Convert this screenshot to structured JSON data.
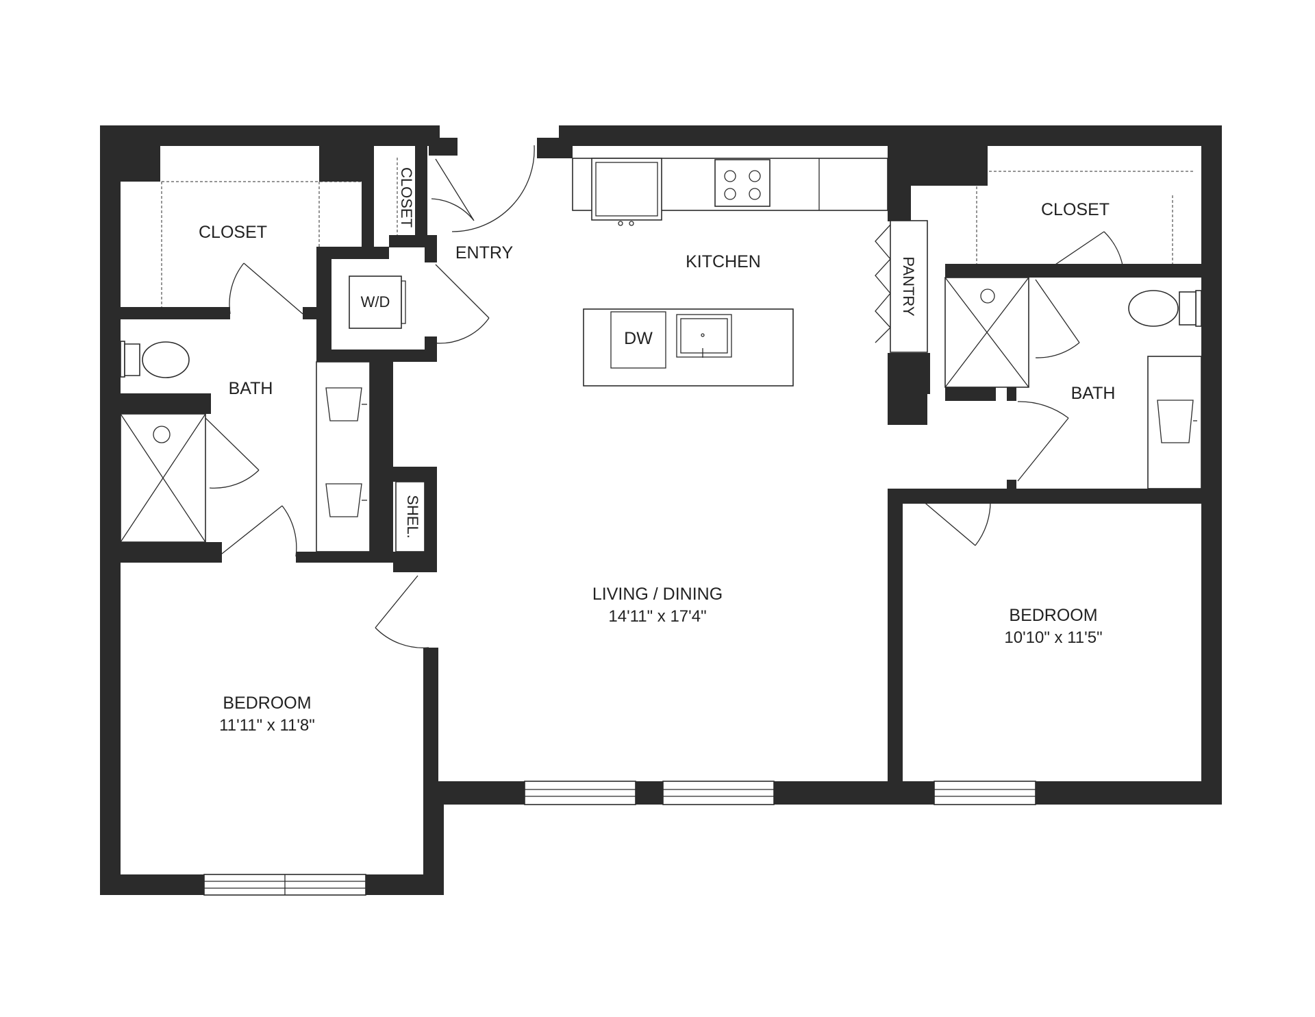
{
  "floor_plan": {
    "rooms": {
      "closet_left": {
        "name": "CLOSET"
      },
      "closet_small": {
        "name": "CLOSET"
      },
      "entry": {
        "name": "ENTRY"
      },
      "wd": {
        "name": "W/D"
      },
      "bath_left": {
        "name": "BATH"
      },
      "kitchen": {
        "name": "KITCHEN"
      },
      "dishwasher": {
        "name": "DW"
      },
      "pantry": {
        "name": "PANTRY"
      },
      "closet_right": {
        "name": "CLOSET"
      },
      "bath_right": {
        "name": "BATH"
      },
      "shelf": {
        "name": "SHEL."
      },
      "living": {
        "name": "LIVING / DINING",
        "dims": "14'11\" x 17'4\""
      },
      "bedroom_left": {
        "name": "BEDROOM",
        "dims": "11'11\" x 11'8\""
      },
      "bedroom_right": {
        "name": "BEDROOM",
        "dims": "10'10\" x 11'5\""
      }
    },
    "colors": {
      "wall": "#2b2b2b",
      "background": "#ffffff"
    }
  }
}
